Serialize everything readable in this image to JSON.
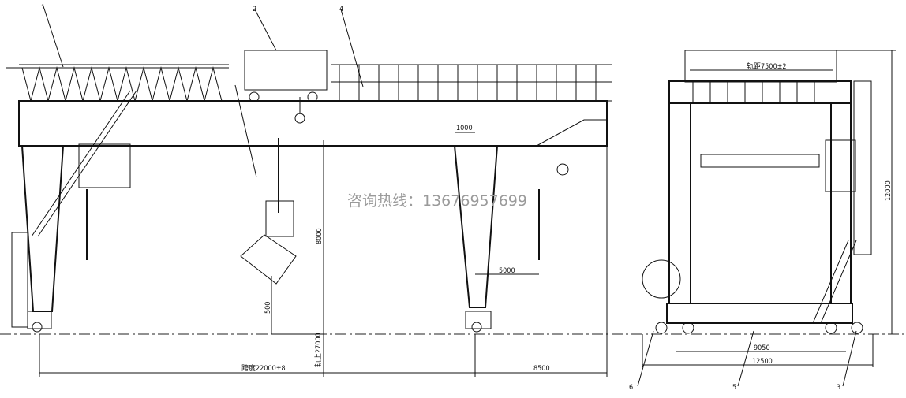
{
  "callouts": [
    "1",
    "2",
    "4",
    "6",
    "5",
    "3"
  ],
  "dimensions": {
    "span": "跨度22000±8",
    "cantilever": "8500",
    "rail_level": "轨上27000",
    "height_8000": "8000",
    "height_500": "500",
    "trolley_1000": "1000",
    "hook_5000": "5000",
    "gauge": "轨距7500±2",
    "height_12000": "12000",
    "wheelbase_9050": "9050",
    "base_12500": "12500"
  },
  "watermark": "咨询热线：13676957699"
}
